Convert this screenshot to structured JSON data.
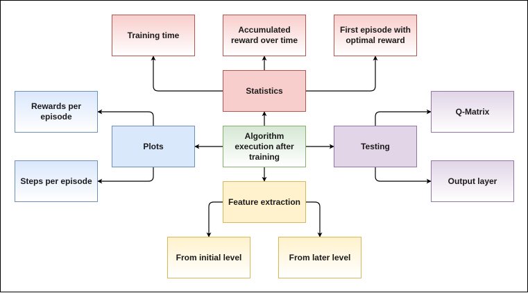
{
  "nodes": {
    "training_time": "Training time",
    "accumulated_reward": "Accumulated reward over time",
    "first_episode": "First episode with optimal reward",
    "statistics": "Statistics",
    "rewards_per_episode": "Rewards per episode",
    "plots": "Plots",
    "algorithm_execution": "Algorithm execution after training",
    "testing": "Testing",
    "q_matrix": "Q-Matrix",
    "steps_per_episode": "Steps per episode",
    "output_layer": "Output layer",
    "feature_extraction": "Feature extraction",
    "from_initial_level": "From initial level",
    "from_later_level": "From later level"
  },
  "colors": {
    "edge": "#000000",
    "red_border": "#b85450",
    "blue_border": "#6c8ebf",
    "green_border": "#82b366",
    "purple_border": "#9673a6",
    "yellow_border": "#d6b656"
  }
}
